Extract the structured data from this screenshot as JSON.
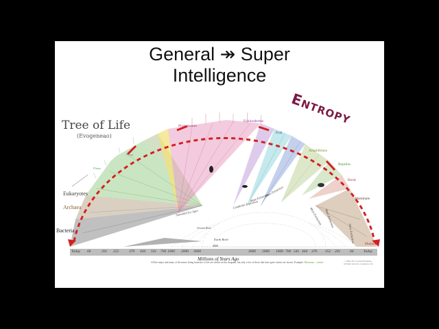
{
  "slide": {
    "title_line1": "General ↠ Super",
    "title_line2": "Intelligence",
    "annotation": "Entropy",
    "annotation_color": "#7a1a45"
  },
  "diagram": {
    "title": "Tree of Life",
    "subtitle": "(Evogeneao)",
    "left_groups": [
      {
        "label": "Eukaryotes",
        "color": "#3a3a3a"
      },
      {
        "label": "Archaea",
        "color": "#8a5a2a"
      },
      {
        "label": "Bacteria",
        "color": "#222222"
      }
    ],
    "clade_labels": [
      {
        "label": "Plants",
        "color": "#5aa35a"
      },
      {
        "label": "Fungi",
        "color": "#8888aa"
      },
      {
        "label": "Protostomes",
        "color": "#b03a7a"
      },
      {
        "label": "Echinoderms",
        "color": "#8a3aa0"
      },
      {
        "label": "Fish",
        "color": "#3a4aa0"
      },
      {
        "label": "Amphibians",
        "color": "#7a8a2a"
      },
      {
        "label": "Reptiles",
        "color": "#4a9a3a"
      },
      {
        "label": "Birds",
        "color": "#b04040"
      },
      {
        "label": "Mammals",
        "color": "#5a3a2a"
      },
      {
        "label": "Humans",
        "color": "#b03030"
      }
    ],
    "inner_events": [
      "Earth Birth",
      "Ocean Rest",
      "Snowball Ice Ages",
      "Cambrian Explosion",
      "Mass Extinction",
      "Mass Extinction",
      "Mass Extinction",
      "Mass Extinction",
      "Mass Extinction"
    ],
    "arrow_color": "#d42020",
    "axis": {
      "left_ticks": [
        "Today",
        "66",
        "201",
        "252",
        "370",
        "444",
        "541",
        "700",
        "1000",
        "2000",
        "3000"
      ],
      "center_label": "4000",
      "right_ticks": [
        "3000",
        "2000",
        "1000",
        "700",
        "541",
        "444",
        "370",
        "252",
        "201",
        "66",
        "Today"
      ],
      "title": "Millions of Years Ago"
    },
    "caption": "All the major and many of the minor living branches of life are shown on this diagram, but only a few of those that have gone extinct are shown. Example:",
    "caption_example": "Dinosaurs – extinct",
    "copyright": "© 2008, 2017 Leonard Eisenberg. All rights reserved. evogeneao.com"
  }
}
